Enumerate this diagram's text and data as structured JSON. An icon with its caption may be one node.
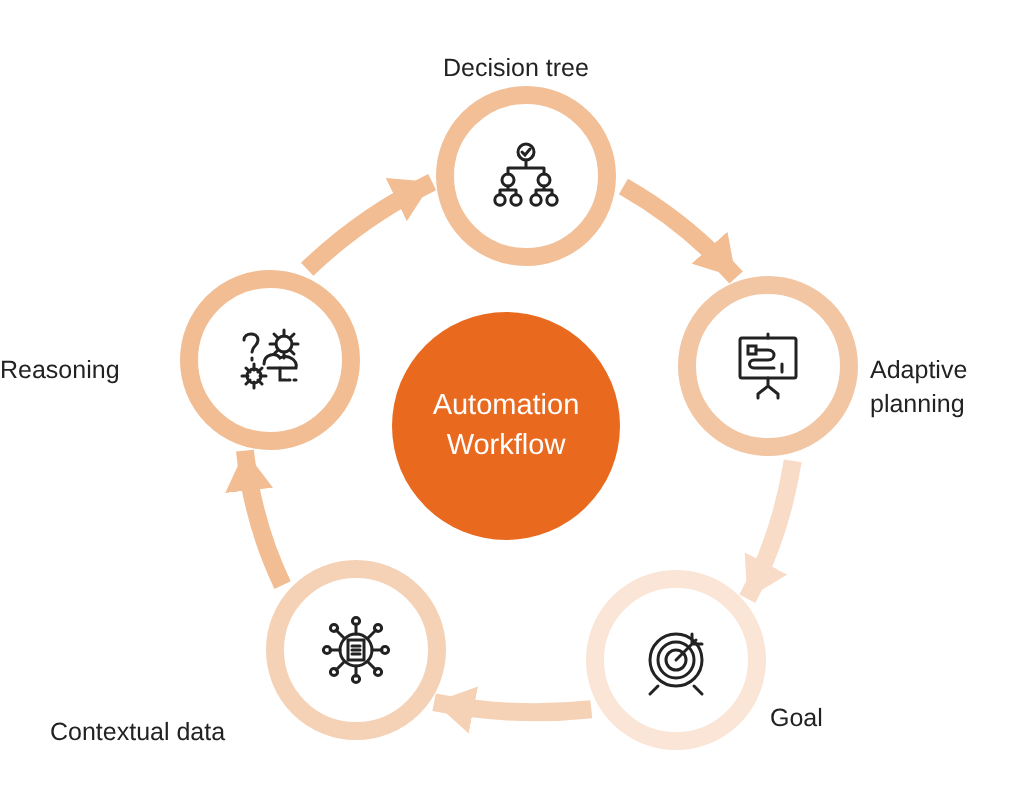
{
  "diagram": {
    "nodes": [
      {
        "text": [
          "Decision tree"
        ]
      },
      {
        "text": [
          "Adaptive planning"
        ]
      },
      {
        "text": [
          "Goal"
        ]
      },
      {
        "text": [
          "Contextual data"
        ]
      },
      {
        "text": [
          "Reasoning"
        ]
      },
      {
        "text": [
          "Automation Workflow"
        ]
      }
    ],
    "edges": [
      {
        "from": 4,
        "to": 0,
        "arrow": "to"
      },
      {
        "from": 0,
        "to": 1,
        "arrow": "to"
      },
      {
        "from": 1,
        "to": 2,
        "arrow": "to",
        "color": "#f8dcc8"
      },
      {
        "from": 2,
        "to": 3,
        "arrow": "to",
        "color": "#f5d2b6"
      },
      {
        "from": 3,
        "to": 4,
        "arrow": "to"
      }
    ]
  }
}
